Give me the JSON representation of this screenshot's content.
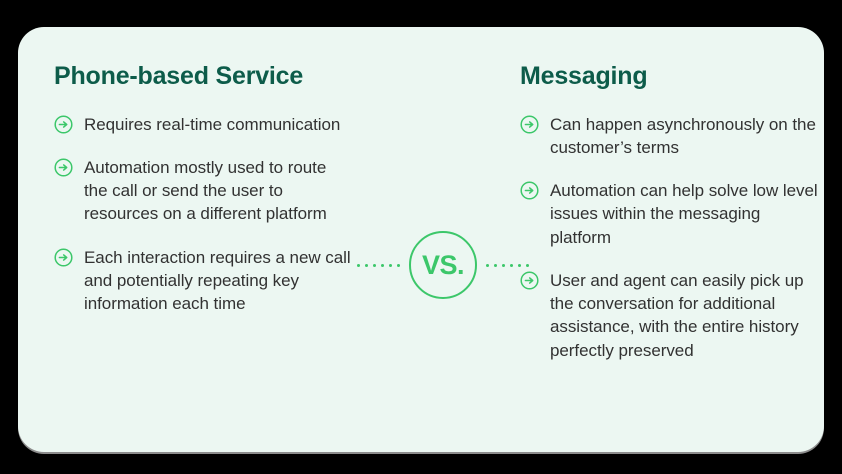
{
  "card": {
    "background_color": "#ecf7f2",
    "page_background_color": "#000000"
  },
  "theme": {
    "heading_color": "#0d5c4a",
    "body_color": "#323232",
    "accent_green": "#3cc76a"
  },
  "divider": {
    "label": "VS.",
    "icon": "vs-circle-icon",
    "dot_count_left": 6,
    "dot_count_right": 6
  },
  "columns": [
    {
      "title": "Phone-based Service",
      "bullet_icon": "circled-arrow-right-icon",
      "bullets": [
        "Requires real-time communication",
        "Automation mostly used to route the call or send the user to resources on a different platform",
        "Each interaction requires a new call and potentially repeating key information each time"
      ]
    },
    {
      "title": "Messaging",
      "bullet_icon": "circled-arrow-right-icon",
      "bullets": [
        "Can happen asynchronously on the customer’s terms",
        "Automation can help solve low level issues within the messaging platform",
        "User and agent can easily pick up the conversation for additional assistance, with the entire history perfectly preserved"
      ]
    }
  ]
}
